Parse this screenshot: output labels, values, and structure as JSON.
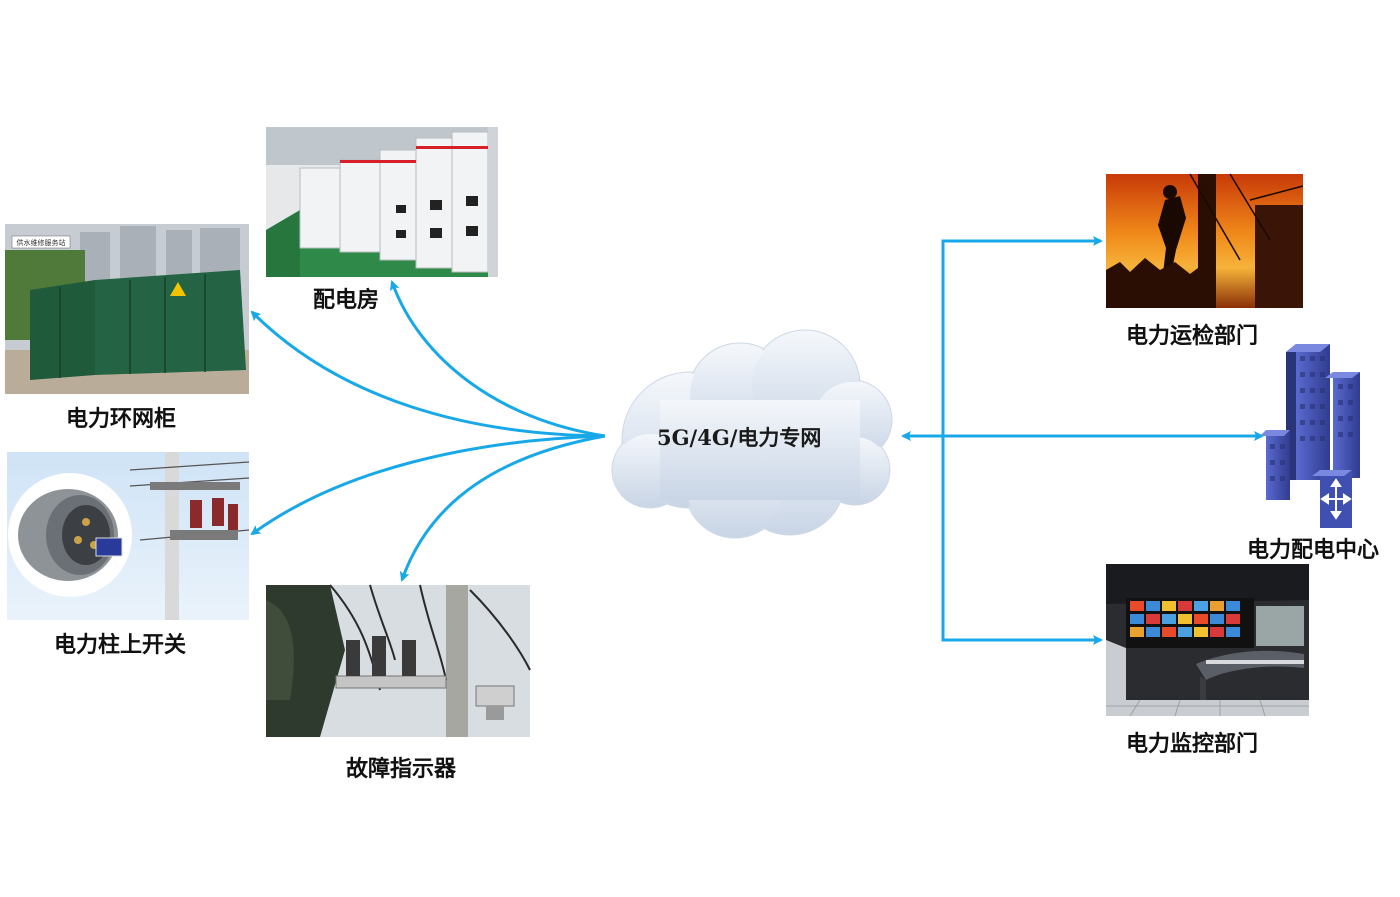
{
  "network": {
    "label": "5G/4G/电力专网"
  },
  "nodes": {
    "distribution_room": "配电房",
    "ring_main_unit": "电力环网柜",
    "pole_switch": "电力柱上开关",
    "fault_indicator": "故障指示器",
    "ops_department": "电力运检部门",
    "dispatch_center": "电力配电中心",
    "monitoring_department": "电力监控部门"
  },
  "photo_text": {
    "ring_main_unit_sign": "供水维修服务站"
  },
  "colors": {
    "arrow": "#18a8e8",
    "cabinet_green": "#1f5a3a",
    "building_blue": "#4a5ab8"
  }
}
